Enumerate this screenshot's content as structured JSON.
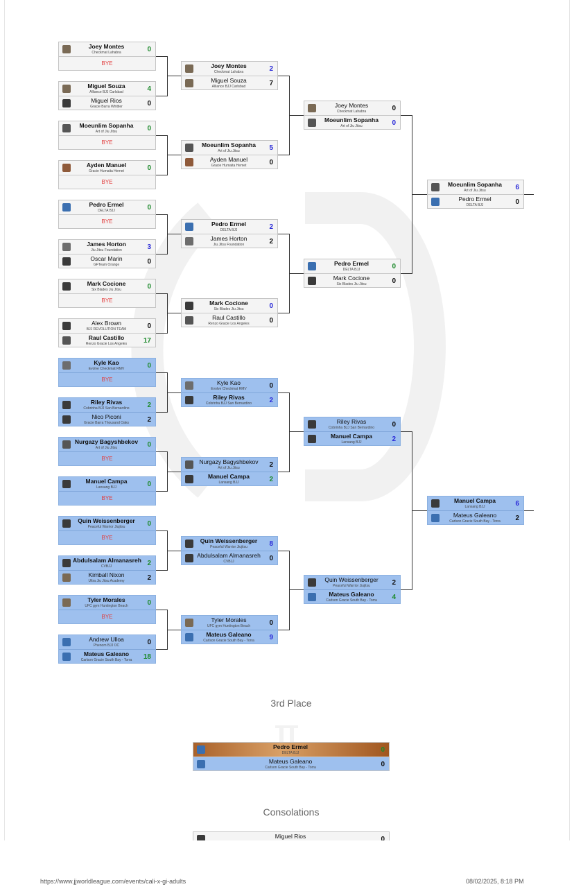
{
  "bracket": {
    "round1": [
      {
        "a": {
          "name": "Joey Montes",
          "team": "Checkmat Lahabra",
          "score": "0",
          "icon": "l1",
          "win": true,
          "sc_color": "green"
        },
        "bye": "BYE",
        "blue": false
      },
      {
        "a": {
          "name": "Miguel Souza",
          "team": "Alliance BJJ Carlsbad",
          "score": "4",
          "icon": "l1",
          "win": true,
          "sc_color": "green"
        },
        "b": {
          "name": "Miguel Rios",
          "team": "Gracie Barra Whittier",
          "score": "0",
          "icon": "l0",
          "win": false,
          "sc_color": "none"
        },
        "blue": false
      },
      {
        "a": {
          "name": "Moeunlim Sopanha",
          "team": "Art of Jiu Jitsu",
          "score": "0",
          "icon": "l4",
          "win": true,
          "sc_color": "green"
        },
        "bye": "BYE",
        "blue": false
      },
      {
        "a": {
          "name": "Ayden Manuel",
          "team": "Gracie Humaita Hemet",
          "score": "0",
          "icon": "l2",
          "win": true,
          "sc_color": "green"
        },
        "bye": "BYE",
        "blue": false
      },
      {
        "a": {
          "name": "Pedro Ermel",
          "team": "DELTA BJJ",
          "score": "0",
          "icon": "l3",
          "win": true,
          "sc_color": "green"
        },
        "bye": "BYE",
        "blue": false
      },
      {
        "a": {
          "name": "James Horton",
          "team": "Jiu Jitsu Foundation",
          "score": "3",
          "icon": "l5",
          "win": true,
          "sc_color": "blue"
        },
        "b": {
          "name": "Oscar Marin",
          "team": "GFTeam Orange",
          "score": "0",
          "icon": "l0",
          "win": false,
          "sc_color": "none"
        },
        "blue": false
      },
      {
        "a": {
          "name": "Mark Cocione",
          "team": "Six Blades Jiu Jitsu",
          "score": "0",
          "icon": "l0",
          "win": true,
          "sc_color": "green"
        },
        "bye": "BYE",
        "blue": false
      },
      {
        "a": {
          "name": "Alex Brown",
          "team": "BJJ REVOLUTION TEAM",
          "score": "0",
          "icon": "l0",
          "win": false,
          "sc_color": "none"
        },
        "b": {
          "name": "Raul Castillo",
          "team": "Renzo Gracie Los Angeles",
          "score": "17",
          "icon": "l4",
          "win": true,
          "sc_color": "green"
        },
        "blue": false
      },
      {
        "a": {
          "name": "Kyle Kao",
          "team": "Evolve Checkmat RMV",
          "score": "0",
          "icon": "l5",
          "win": true,
          "sc_color": "green"
        },
        "bye": "BYE",
        "blue": true
      },
      {
        "a": {
          "name": "Riley Rivas",
          "team": "Cobrinha BJJ San Bernardino",
          "score": "2",
          "icon": "l0",
          "win": true,
          "sc_color": "green"
        },
        "b": {
          "name": "Nico Piconi",
          "team": "Gracie Barra Thousand Oaks",
          "score": "2",
          "icon": "l0",
          "win": false,
          "sc_color": "none"
        },
        "blue": true
      },
      {
        "a": {
          "name": "Nurgazy Bagyshbekov",
          "team": "Art of Jiu Jitsu",
          "score": "0",
          "icon": "l4",
          "win": true,
          "sc_color": "green"
        },
        "bye": "BYE",
        "blue": true
      },
      {
        "a": {
          "name": "Manuel Campa",
          "team": "Lansang BJJ",
          "score": "0",
          "icon": "l0",
          "win": true,
          "sc_color": "green"
        },
        "bye": "BYE",
        "blue": true
      },
      {
        "a": {
          "name": "Quin Weissenberger",
          "team": "Peaceful Warrior Jiujitsu",
          "score": "0",
          "icon": "l0",
          "win": true,
          "sc_color": "green"
        },
        "bye": "BYE",
        "blue": true
      },
      {
        "a": {
          "name": "Abdulsalam Almanasreh",
          "team": "CVBJJ",
          "score": "2",
          "icon": "l0",
          "win": true,
          "sc_color": "green"
        },
        "b": {
          "name": "Kimball Nixon",
          "team": "Ultra Jiu Jitsu Academy",
          "score": "2",
          "icon": "l1",
          "win": false,
          "sc_color": "none"
        },
        "blue": true
      },
      {
        "a": {
          "name": "Tyler Morales",
          "team": "UFC gym Huntington Beach",
          "score": "0",
          "icon": "l1",
          "win": true,
          "sc_color": "green"
        },
        "bye": "BYE",
        "blue": true
      },
      {
        "a": {
          "name": "Andrew Ulloa",
          "team": "Phenom BJJ OC",
          "score": "0",
          "icon": "l3",
          "win": false,
          "sc_color": "none"
        },
        "b": {
          "name": "Mateus Galeano",
          "team": "Carlson Gracie South Bay - Torra",
          "score": "18",
          "icon": "l3",
          "win": true,
          "sc_color": "green"
        },
        "blue": true
      }
    ],
    "round2": [
      {
        "a": {
          "name": "Joey Montes",
          "team": "Checkmat Lahabra",
          "score": "2",
          "icon": "l1",
          "win": true,
          "sc_color": "blue"
        },
        "b": {
          "name": "Miguel Souza",
          "team": "Alliance BJJ Carlsbad",
          "score": "7",
          "icon": "l1",
          "win": false,
          "sc_color": "none"
        },
        "blue": false
      },
      {
        "a": {
          "name": "Moeunlim Sopanha",
          "team": "Art of Jiu Jitsu",
          "score": "5",
          "icon": "l4",
          "win": true,
          "sc_color": "blue"
        },
        "b": {
          "name": "Ayden Manuel",
          "team": "Gracie Humaita Hemet",
          "score": "0",
          "icon": "l2",
          "win": false,
          "sc_color": "none"
        },
        "blue": false
      },
      {
        "a": {
          "name": "Pedro Ermel",
          "team": "DELTA BJJ",
          "score": "2",
          "icon": "l3",
          "win": true,
          "sc_color": "blue"
        },
        "b": {
          "name": "James Horton",
          "team": "Jiu Jitsu Foundation",
          "score": "2",
          "icon": "l5",
          "win": false,
          "sc_color": "none"
        },
        "blue": false
      },
      {
        "a": {
          "name": "Mark Cocione",
          "team": "Six Blades Jiu Jitsu",
          "score": "0",
          "icon": "l0",
          "win": true,
          "sc_color": "blue"
        },
        "b": {
          "name": "Raul Castillo",
          "team": "Renzo Gracie Los Angeles",
          "score": "0",
          "icon": "l4",
          "win": false,
          "sc_color": "none"
        },
        "blue": false
      },
      {
        "a": {
          "name": "Kyle Kao",
          "team": "Evolve Checkmat RMV",
          "score": "0",
          "icon": "l5",
          "win": false,
          "sc_color": "none"
        },
        "b": {
          "name": "Riley Rivas",
          "team": "Cobrinha BJJ San Bernardino",
          "score": "2",
          "icon": "l0",
          "win": true,
          "sc_color": "blue"
        },
        "blue": true
      },
      {
        "a": {
          "name": "Nurgazy Bagyshbekov",
          "team": "Art of Jiu Jitsu",
          "score": "2",
          "icon": "l4",
          "win": false,
          "sc_color": "none"
        },
        "b": {
          "name": "Manuel Campa",
          "team": "Lansang BJJ",
          "score": "2",
          "icon": "l0",
          "win": true,
          "sc_color": "green"
        },
        "blue": true
      },
      {
        "a": {
          "name": "Quin Weissenberger",
          "team": "Peaceful Warrior Jiujitsu",
          "score": "8",
          "icon": "l0",
          "win": true,
          "sc_color": "blue"
        },
        "b": {
          "name": "Abdulsalam Almanasreh",
          "team": "CVBJJ",
          "score": "0",
          "icon": "l0",
          "win": false,
          "sc_color": "none"
        },
        "blue": true
      },
      {
        "a": {
          "name": "Tyler Morales",
          "team": "UFC gym Huntington Beach",
          "score": "0",
          "icon": "l1",
          "win": false,
          "sc_color": "none"
        },
        "b": {
          "name": "Mateus Galeano",
          "team": "Carlson Gracie South Bay - Torra",
          "score": "9",
          "icon": "l3",
          "win": true,
          "sc_color": "blue"
        },
        "blue": true
      }
    ],
    "round3": [
      {
        "a": {
          "name": "Joey Montes",
          "team": "Checkmat Lahabra",
          "score": "0",
          "icon": "l1",
          "win": false,
          "sc_color": "none"
        },
        "b": {
          "name": "Moeunlim Sopanha",
          "team": "Art of Jiu Jitsu",
          "score": "0",
          "icon": "l4",
          "win": true,
          "sc_color": "blue"
        },
        "blue": false
      },
      {
        "a": {
          "name": "Pedro Ermel",
          "team": "DELTA BJJ",
          "score": "0",
          "icon": "l3",
          "win": true,
          "sc_color": "green"
        },
        "b": {
          "name": "Mark Cocione",
          "team": "Six Blades Jiu Jitsu",
          "score": "0",
          "icon": "l0",
          "win": false,
          "sc_color": "none"
        },
        "blue": false
      },
      {
        "a": {
          "name": "Riley Rivas",
          "team": "Cobrinha BJJ San Bernardino",
          "score": "0",
          "icon": "l0",
          "win": false,
          "sc_color": "none"
        },
        "b": {
          "name": "Manuel Campa",
          "team": "Lansang BJJ",
          "score": "2",
          "icon": "l0",
          "win": true,
          "sc_color": "blue"
        },
        "blue": true
      },
      {
        "a": {
          "name": "Quin Weissenberger",
          "team": "Peaceful Warrior Jiujitsu",
          "score": "2",
          "icon": "l0",
          "win": false,
          "sc_color": "none"
        },
        "b": {
          "name": "Mateus Galeano",
          "team": "Carlson Gracie South Bay - Torra",
          "score": "4",
          "icon": "l3",
          "win": true,
          "sc_color": "green"
        },
        "blue": true
      }
    ],
    "round4": [
      {
        "a": {
          "name": "Moeunlim Sopanha",
          "team": "Art of Jiu Jitsu",
          "score": "6",
          "icon": "l4",
          "win": true,
          "sc_color": "blue"
        },
        "b": {
          "name": "Pedro Ermel",
          "team": "DELTA BJJ",
          "score": "0",
          "icon": "l3",
          "win": false,
          "sc_color": "none"
        },
        "blue": false
      },
      {
        "a": {
          "name": "Manuel Campa",
          "team": "Lansang BJJ",
          "score": "6",
          "icon": "l0",
          "win": true,
          "sc_color": "blue"
        },
        "b": {
          "name": "Mateus Galeano",
          "team": "Carlson Gracie South Bay - Torra",
          "score": "2",
          "icon": "l3",
          "win": false,
          "sc_color": "none"
        },
        "blue": true
      }
    ]
  },
  "third_place": {
    "title": "3rd Place",
    "a": {
      "name": "Pedro Ermel",
      "team": "DELTA BJJ",
      "score": "0",
      "icon": "l3",
      "win": true,
      "sc_color": "green"
    },
    "b": {
      "name": "Mateus Galeano",
      "team": "Carlson Gracie South Bay - Torra",
      "score": "0",
      "icon": "l3",
      "win": false,
      "sc_color": "none"
    }
  },
  "consolations": {
    "title": "Consolations",
    "a": {
      "name": "Miguel Rios",
      "team": "",
      "score": "0",
      "icon": "l0",
      "win": false,
      "sc_color": "none"
    }
  },
  "footer": {
    "url": "https://www.jjworldleague.com/events/cali-x-gi-adults",
    "datetime": "08/02/2025, 8:18 PM"
  },
  "colors": {
    "accent_blue": "#9ec0ee",
    "bronze": "#c7874a",
    "win_green": "#1e8a2d",
    "win_blue": "#2b2bd8",
    "bye_red": "#e23b3b"
  }
}
